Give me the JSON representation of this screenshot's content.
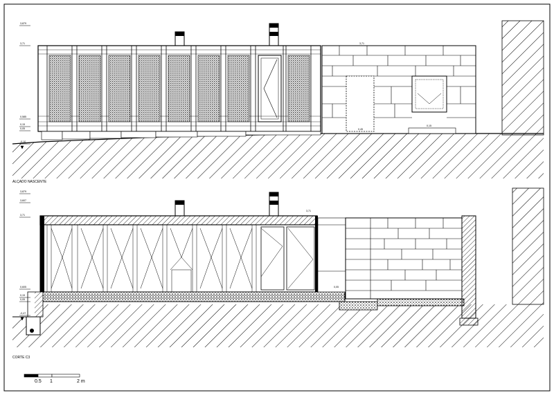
{
  "drawing": {
    "elevation_title": "ALÇADO NASCENTE",
    "section_title": "CORTE C3",
    "elevation_levels": [
      "3,879",
      "3,71",
      "0,585",
      "0,15",
      "0,05",
      "-0,10"
    ],
    "section_levels": [
      "3,879",
      "3,607",
      "3,71",
      "0,605",
      "0,15",
      "0,05",
      "-0,47"
    ],
    "spot_levels": [
      "3,71",
      "0,45",
      "0,15",
      "3,71",
      "0,05"
    ],
    "scale_bar": {
      "labels": [
        "0.5",
        "1",
        "2 m"
      ]
    }
  },
  "colors": {
    "line": "#000000",
    "paper": "#ffffff"
  }
}
